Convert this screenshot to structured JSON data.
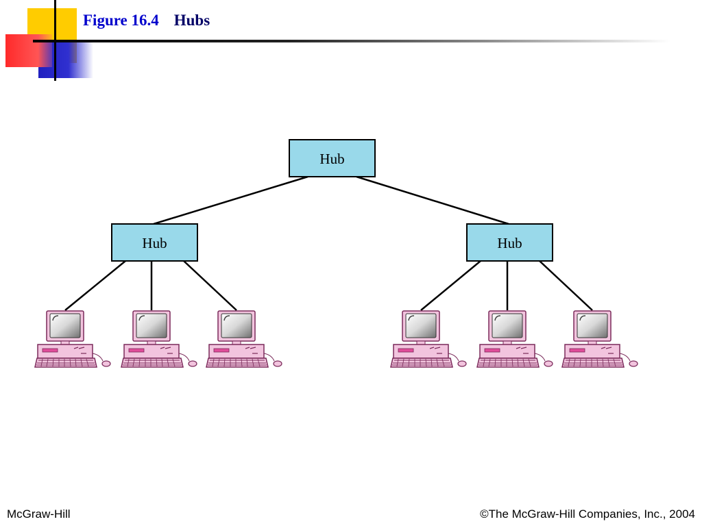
{
  "title": {
    "figure_label": "Figure 16.4",
    "subject": "Hubs"
  },
  "diagram": {
    "root_hub": "Hub",
    "left_hub": "Hub",
    "right_hub": "Hub",
    "hub_fill": "#99d9ea",
    "computer_color": "#f2c4de",
    "computers_per_hub": 3
  },
  "footer": {
    "left": "McGraw-Hill",
    "right": "©The McGraw-Hill Companies, Inc., 2004"
  }
}
